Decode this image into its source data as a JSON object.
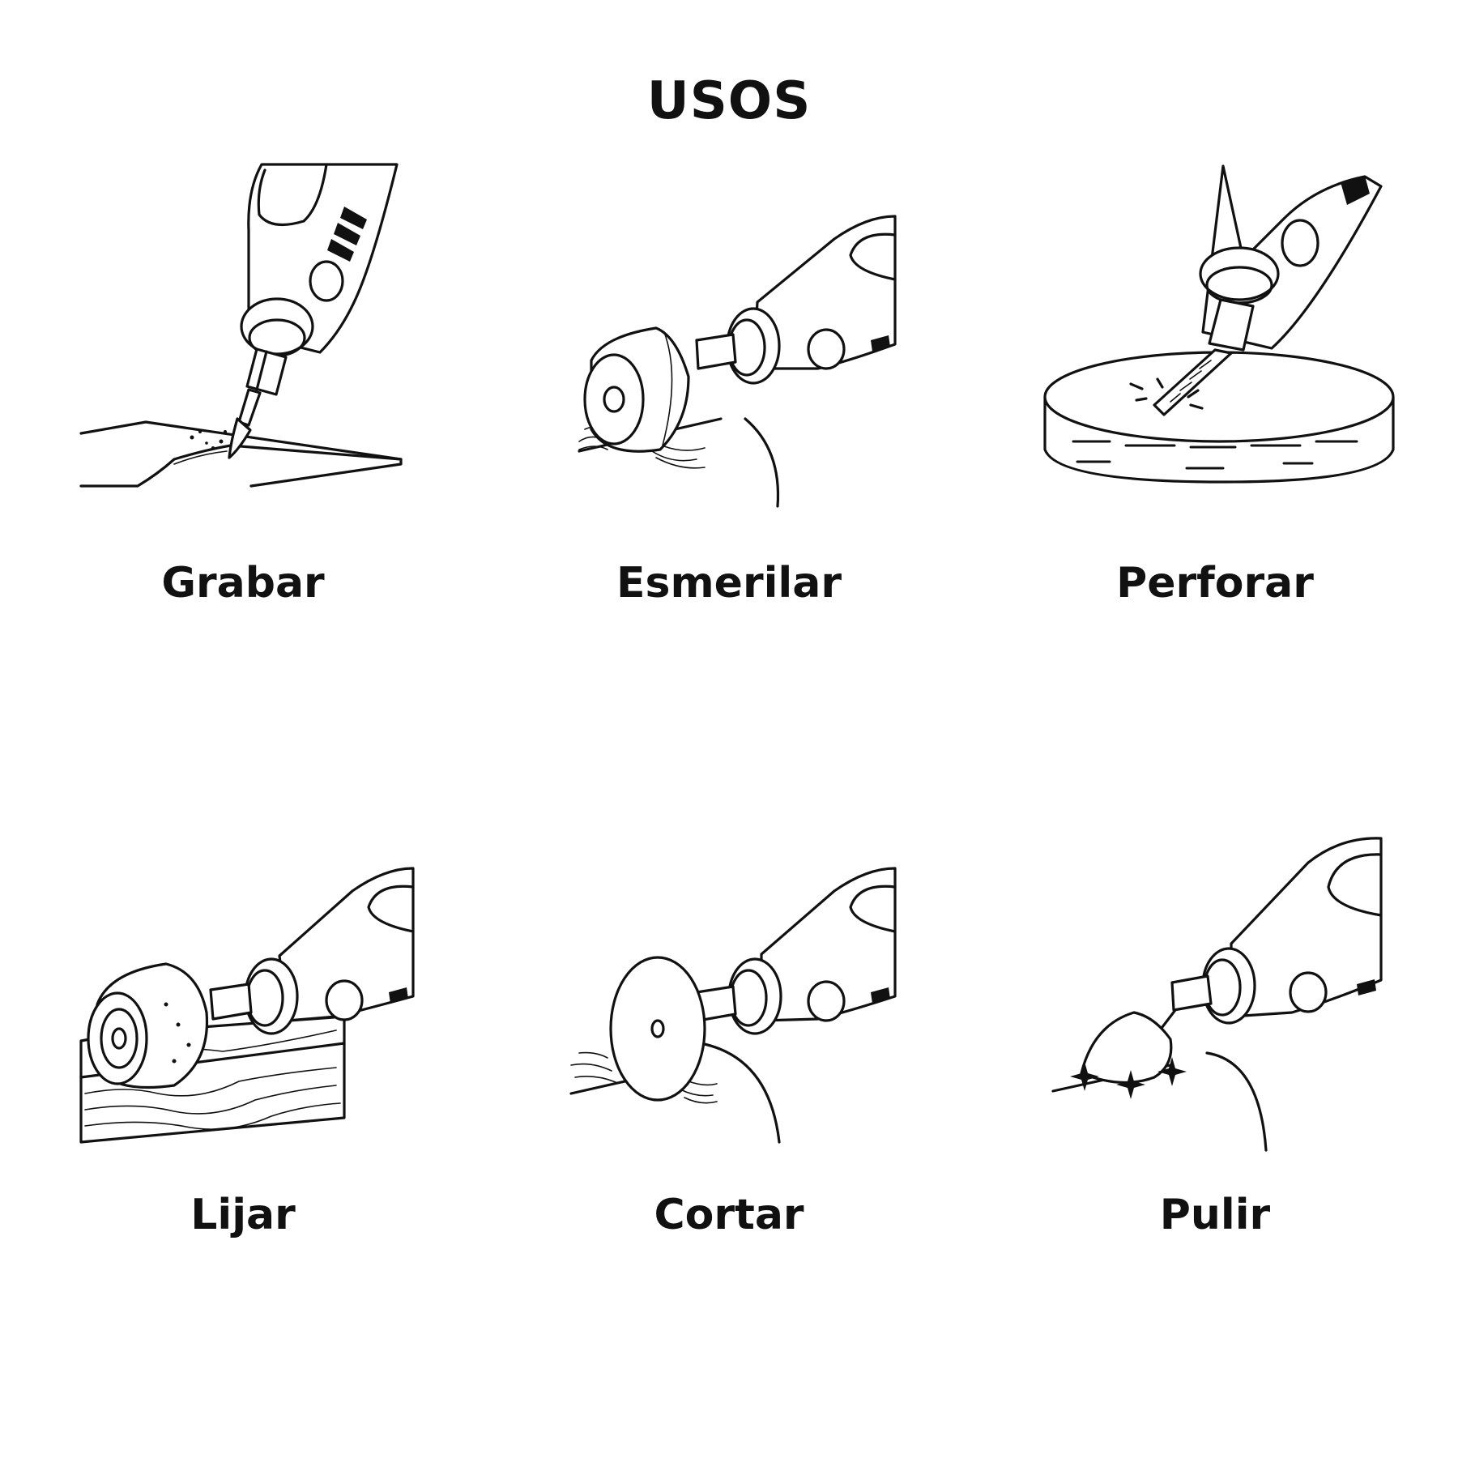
{
  "title": "USOS",
  "uses": [
    {
      "label": "Grabar",
      "icon": "engraving-icon"
    },
    {
      "label": "Esmerilar",
      "icon": "grinding-icon"
    },
    {
      "label": "Perforar",
      "icon": "drilling-icon"
    },
    {
      "label": "Lijar",
      "icon": "sanding-icon"
    },
    {
      "label": "Cortar",
      "icon": "cutting-icon"
    },
    {
      "label": "Pulir",
      "icon": "polishing-icon"
    }
  ]
}
